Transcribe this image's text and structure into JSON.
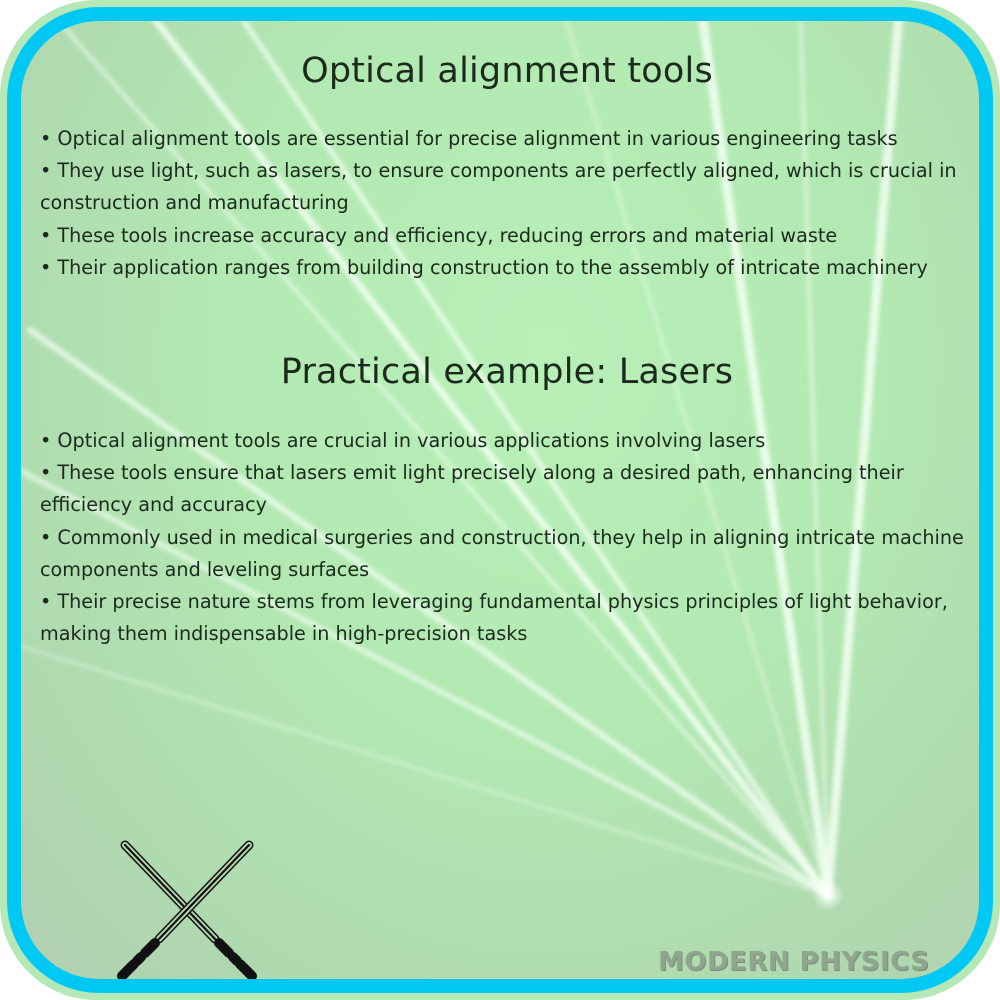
{
  "colors": {
    "border": "#00c8f5",
    "background": "#b4e6b4",
    "text": "#1c2a1c",
    "brand": "#8fa58f"
  },
  "sections": [
    {
      "title": "Optical alignment tools",
      "bullets": [
        "• Optical alignment tools are essential for precise alignment in various engineering tasks",
        "• They use light, such as lasers, to ensure components are perfectly aligned, which is crucial in construction and manufacturing",
        "• These tools increase accuracy and efficiency, reducing errors and material waste",
        "• Their application ranges from building construction to the assembly of intricate machinery"
      ]
    },
    {
      "title": "Practical example: Lasers",
      "bullets": [
        "• Optical alignment tools are crucial in various applications involving lasers",
        "• These tools ensure that lasers emit light precisely along a desired path, enhancing their efficiency and accuracy",
        "• Commonly used in medical surgeries and construction, they help in aligning intricate machine components and leveling surfaces",
        "• Their precise nature stems from leveraging fundamental physics principles of light behavior, making them indispensable in high-precision tasks"
      ]
    }
  ],
  "icons": {
    "crossed": "crossed-lightsabers-icon"
  },
  "brand": {
    "label": "MODERN PHYSICS"
  }
}
